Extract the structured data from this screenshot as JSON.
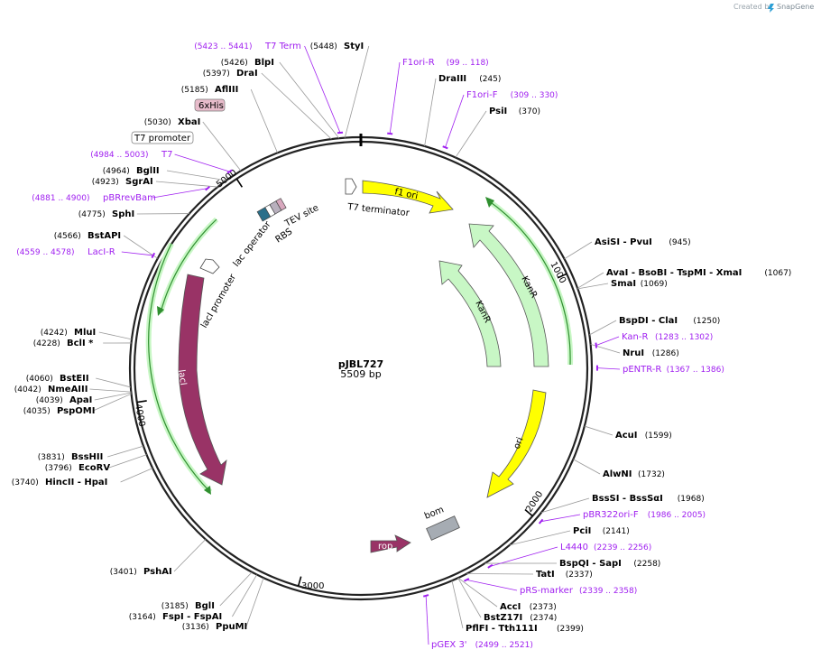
{
  "credit": "Created by",
  "brand": "SnapGene",
  "plasmid": {
    "name": "pJBL727",
    "length": "5509 bp",
    "total": 5509
  },
  "ticks": [
    {
      "pos": 1000,
      "label": "1000"
    },
    {
      "pos": 2000,
      "label": "2000"
    },
    {
      "pos": 3000,
      "label": "3000"
    },
    {
      "pos": 4000,
      "label": "4000"
    },
    {
      "pos": 5000,
      "label": "5000"
    }
  ],
  "enzymes": [
    {
      "name": "StyI",
      "pos_text": "(5448)",
      "site": 5448
    },
    {
      "name": "BlpI",
      "pos_text": "(5426)",
      "site": 5426
    },
    {
      "name": "DraI",
      "pos_text": "(5397)",
      "site": 5397
    },
    {
      "name": "AflIII",
      "pos_text": "(5185)",
      "site": 5185
    },
    {
      "name": "XbaI",
      "pos_text": "(5030)",
      "site": 5030
    },
    {
      "name": "BglII",
      "pos_text": "(4964)",
      "site": 4964
    },
    {
      "name": "SgrAI",
      "pos_text": "(4923)",
      "site": 4923
    },
    {
      "name": "SphI",
      "pos_text": "(4775)",
      "site": 4775
    },
    {
      "name": "BstAPI",
      "pos_text": "(4566)",
      "site": 4566
    },
    {
      "name": "MluI",
      "pos_text": "(4242)",
      "site": 4242
    },
    {
      "name": "BclI *",
      "pos_text": "(4228)",
      "site": 4228
    },
    {
      "name": "BstEII",
      "pos_text": "(4060)",
      "site": 4060
    },
    {
      "name": "NmeAIII",
      "pos_text": "(4042)",
      "site": 4042
    },
    {
      "name": "ApaI",
      "pos_text": "(4039)",
      "site": 4039
    },
    {
      "name": "PspOMI",
      "pos_text": "(4035)",
      "site": 4035
    },
    {
      "name": "BssHII",
      "pos_text": "(3831)",
      "site": 3831
    },
    {
      "name": "EcoRV",
      "pos_text": "(3796)",
      "site": 3796
    },
    {
      "name": "HincII - HpaI",
      "pos_text": "(3740)",
      "site": 3740
    },
    {
      "name": "PshAI",
      "pos_text": "(3401)",
      "site": 3401
    },
    {
      "name": "BglI",
      "pos_text": "(3185)",
      "site": 3185
    },
    {
      "name": "FspI - FspAI",
      "pos_text": "(3164)",
      "site": 3164
    },
    {
      "name": "PpuMI",
      "pos_text": "(3136)",
      "site": 3136
    },
    {
      "name": "DraIII",
      "pos_text": "(245)",
      "site": 245
    },
    {
      "name": "PsiI",
      "pos_text": "(370)",
      "site": 370
    },
    {
      "name": "AsiSI - PvuI",
      "pos_text": "(945)",
      "site": 945
    },
    {
      "name": "AvaI - BsoBI - TspMI - XmaI",
      "pos_text": "(1067)",
      "site": 1067
    },
    {
      "name": "SmaI",
      "pos_text": "(1069)",
      "site": 1069
    },
    {
      "name": "BspDI - ClaI",
      "pos_text": "(1250)",
      "site": 1250
    },
    {
      "name": "NruI",
      "pos_text": "(1286)",
      "site": 1286
    },
    {
      "name": "AcuI",
      "pos_text": "(1599)",
      "site": 1599
    },
    {
      "name": "AlwNI",
      "pos_text": "(1732)",
      "site": 1732
    },
    {
      "name": "BssSI - BssSαI",
      "pos_text": "(1968)",
      "site": 1968
    },
    {
      "name": "PciI",
      "pos_text": "(2141)",
      "site": 2141
    },
    {
      "name": "BspQI - SapI",
      "pos_text": "(2258)",
      "site": 2258
    },
    {
      "name": "TatI",
      "pos_text": "(2337)",
      "site": 2337
    },
    {
      "name": "AccI",
      "pos_text": "(2373)",
      "site": 2373
    },
    {
      "name": "BstZ17I",
      "pos_text": "(2374)",
      "site": 2374
    },
    {
      "name": "PflFI - Tth111I",
      "pos_text": "(2399)",
      "site": 2399
    }
  ],
  "primers": [
    {
      "name": "T7 Term",
      "range": "(5423 .. 5441)",
      "site": 5432
    },
    {
      "name": "T7",
      "range": "(4984 .. 5003)",
      "site": 4993
    },
    {
      "name": "pBRrevBam",
      "range": "(4881 .. 4900)",
      "site": 4890
    },
    {
      "name": "LacI-R",
      "range": "(4559 .. 4578)",
      "site": 4568
    },
    {
      "name": "F1ori-R",
      "range": "(99 .. 118)",
      "site": 108
    },
    {
      "name": "F1ori-F",
      "range": "(309 .. 330)",
      "site": 320
    },
    {
      "name": "Kan-R",
      "range": "(1283 .. 1302)",
      "site": 1292
    },
    {
      "name": "pENTR-R",
      "range": "(1367 .. 1386)",
      "site": 1376
    },
    {
      "name": "pBR322ori-F",
      "range": "(1986 .. 2005)",
      "site": 1995
    },
    {
      "name": "L4440",
      "range": "(2239 .. 2256)",
      "site": 2247
    },
    {
      "name": "pRS-marker",
      "range": "(2339 .. 2358)",
      "site": 2348
    },
    {
      "name": "pGEX 3'",
      "range": "(2499 .. 2521)",
      "site": 2510
    }
  ],
  "boxed_labels": [
    {
      "name": "6xHis",
      "fill": "#e8bccb"
    },
    {
      "name": "T7 promoter",
      "fill": "#ffffff"
    }
  ],
  "features": [
    {
      "name": "f1 ori",
      "color": "#ffff00",
      "dark": false
    },
    {
      "name": "KanR",
      "color": "#c8f7c5",
      "dark": false
    },
    {
      "name": "KanR",
      "color": "#c8f7c5",
      "dark": false
    },
    {
      "name": "ori",
      "color": "#ffff00",
      "dark": false
    },
    {
      "name": "lacI",
      "color": "#993366",
      "dark": true
    },
    {
      "name": "rop",
      "color": "#993366",
      "dark": true
    },
    {
      "name": "bom",
      "color": "#a6acb3",
      "dark": false
    }
  ],
  "feature_labels": {
    "t7_terminator": "T7 terminator",
    "laci_promoter": "lacI promoter",
    "lac_operator": "lac operator",
    "rbs": "RBS",
    "tev_site": "TEV site",
    "bom": "bom"
  },
  "colors": {
    "backbone": "#222222",
    "primer": "#a020f0",
    "line": "#999999",
    "green_arc": "#2f8f2f"
  }
}
